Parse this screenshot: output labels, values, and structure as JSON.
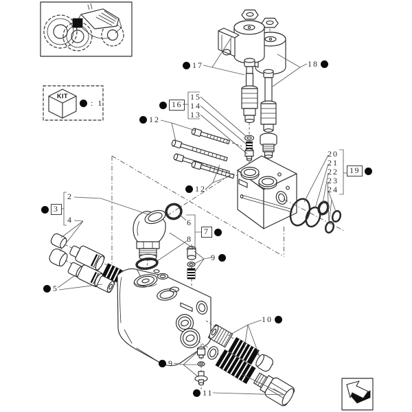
{
  "figure_type": "exploded-parts-diagram",
  "colors": {
    "line": "#2a2a2a",
    "ink": "#0a0a0a",
    "paper": "#ffffff"
  },
  "kit": {
    "label": "KIT",
    "separator": ":",
    "count": "1"
  },
  "icons": {
    "tractor": "tractor-thumbnail-icon",
    "kit_cube": "kit-cube-icon",
    "nav_arrow": "page-nav-arrow-icon",
    "kit_marker": "black-dot-kit-marker"
  },
  "callouts": {
    "2": "2",
    "3": "3",
    "4": "4",
    "5": "5",
    "6": "6",
    "7": "7",
    "8": "8",
    "9": "9",
    "10": "10",
    "11": "11",
    "12": "12",
    "13": "13",
    "14": "14",
    "15": "15",
    "16": "16",
    "17": "17",
    "18": "18",
    "19": "19",
    "20": "20",
    "21": "21",
    "22": "22",
    "23": "23",
    "24": "24"
  }
}
